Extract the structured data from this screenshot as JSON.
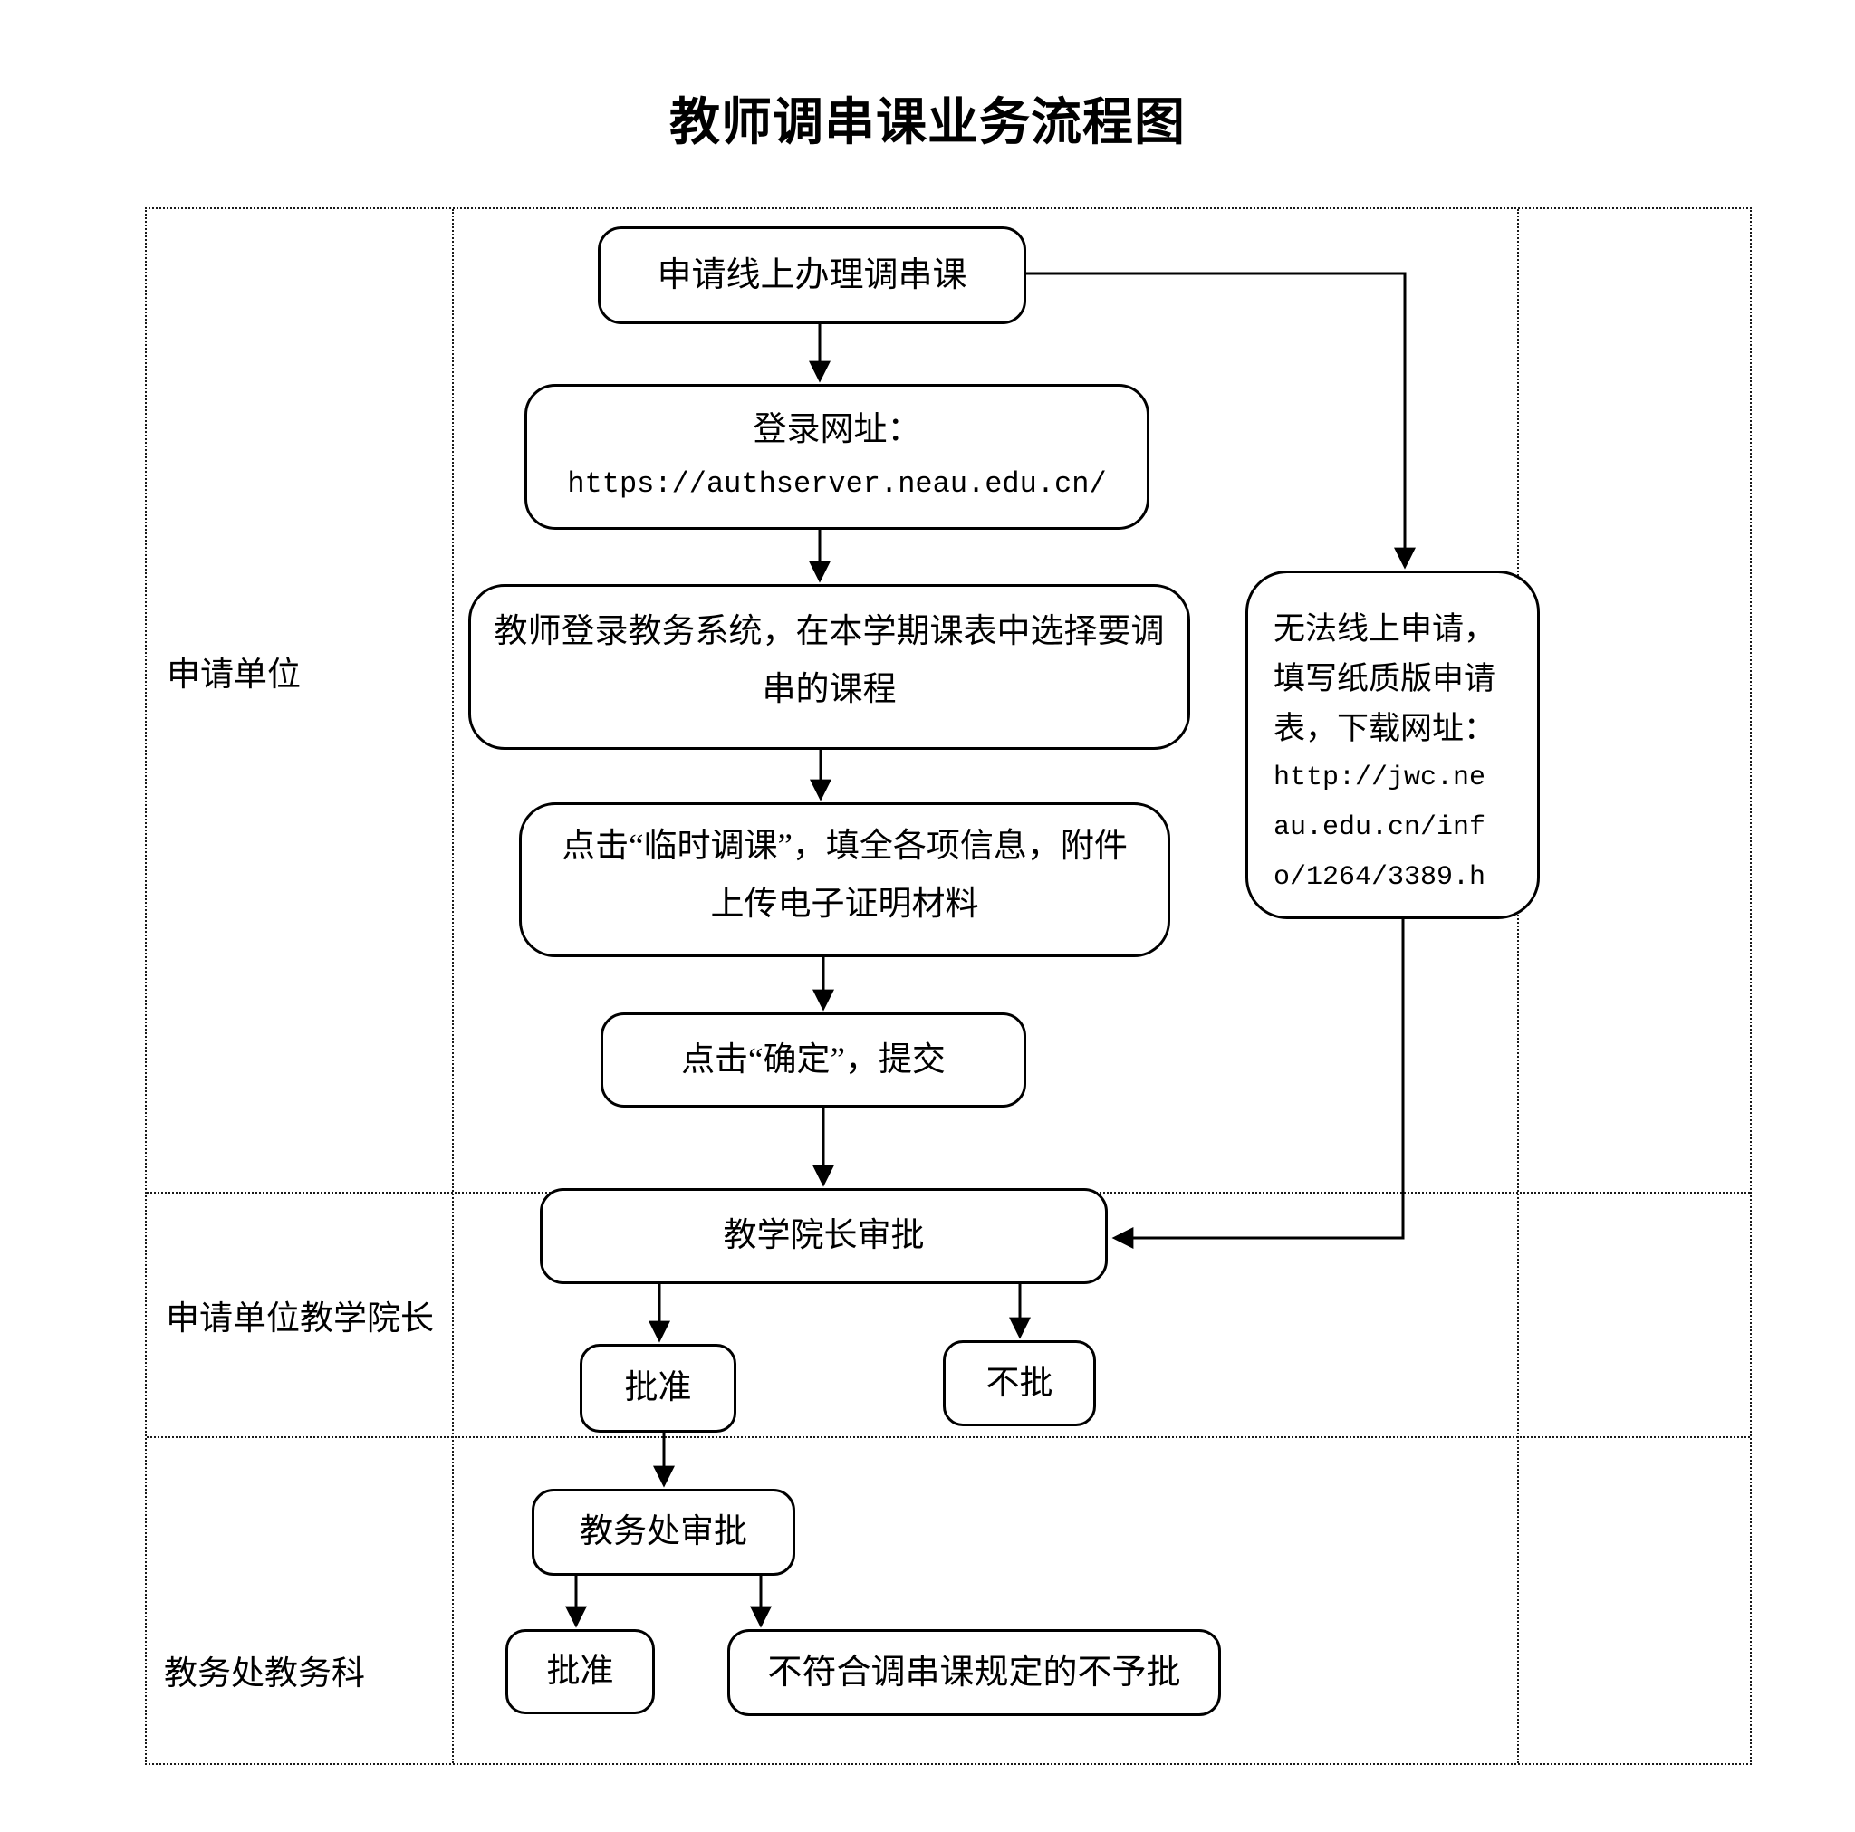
{
  "title": "教师调串课业务流程图",
  "lanes": {
    "applicant": "申请单位",
    "dean": "申请单位教学院长",
    "jwc": "教务处教务科"
  },
  "boxes": {
    "apply": "申请线上办理调串课",
    "login_label": "登录网址：",
    "login_url": "https://authserver.neau.edu.cn/",
    "select_course": "教师登录教务系统，在本学期课表中选择要调\n串的课程",
    "fill_info": "点击“临时调课”，填全各项信息，附件\n上传电子证明材料",
    "submit": "点击“确定”，提交",
    "dean_review": "教学院长审批",
    "dean_approve": "批准",
    "dean_reject": "不批",
    "jwc_review": "教务处审批",
    "jwc_approve": "批准",
    "jwc_reject": "不符合调串课规定的不予批",
    "paper_line1": "无法线上申请，",
    "paper_line2": "填写纸质版申请",
    "paper_line3": "表，下载网址：",
    "paper_line4": "http://jwc.ne",
    "paper_line5": "au.edu.cn/inf",
    "paper_line6": "o/1264/3389.h"
  }
}
